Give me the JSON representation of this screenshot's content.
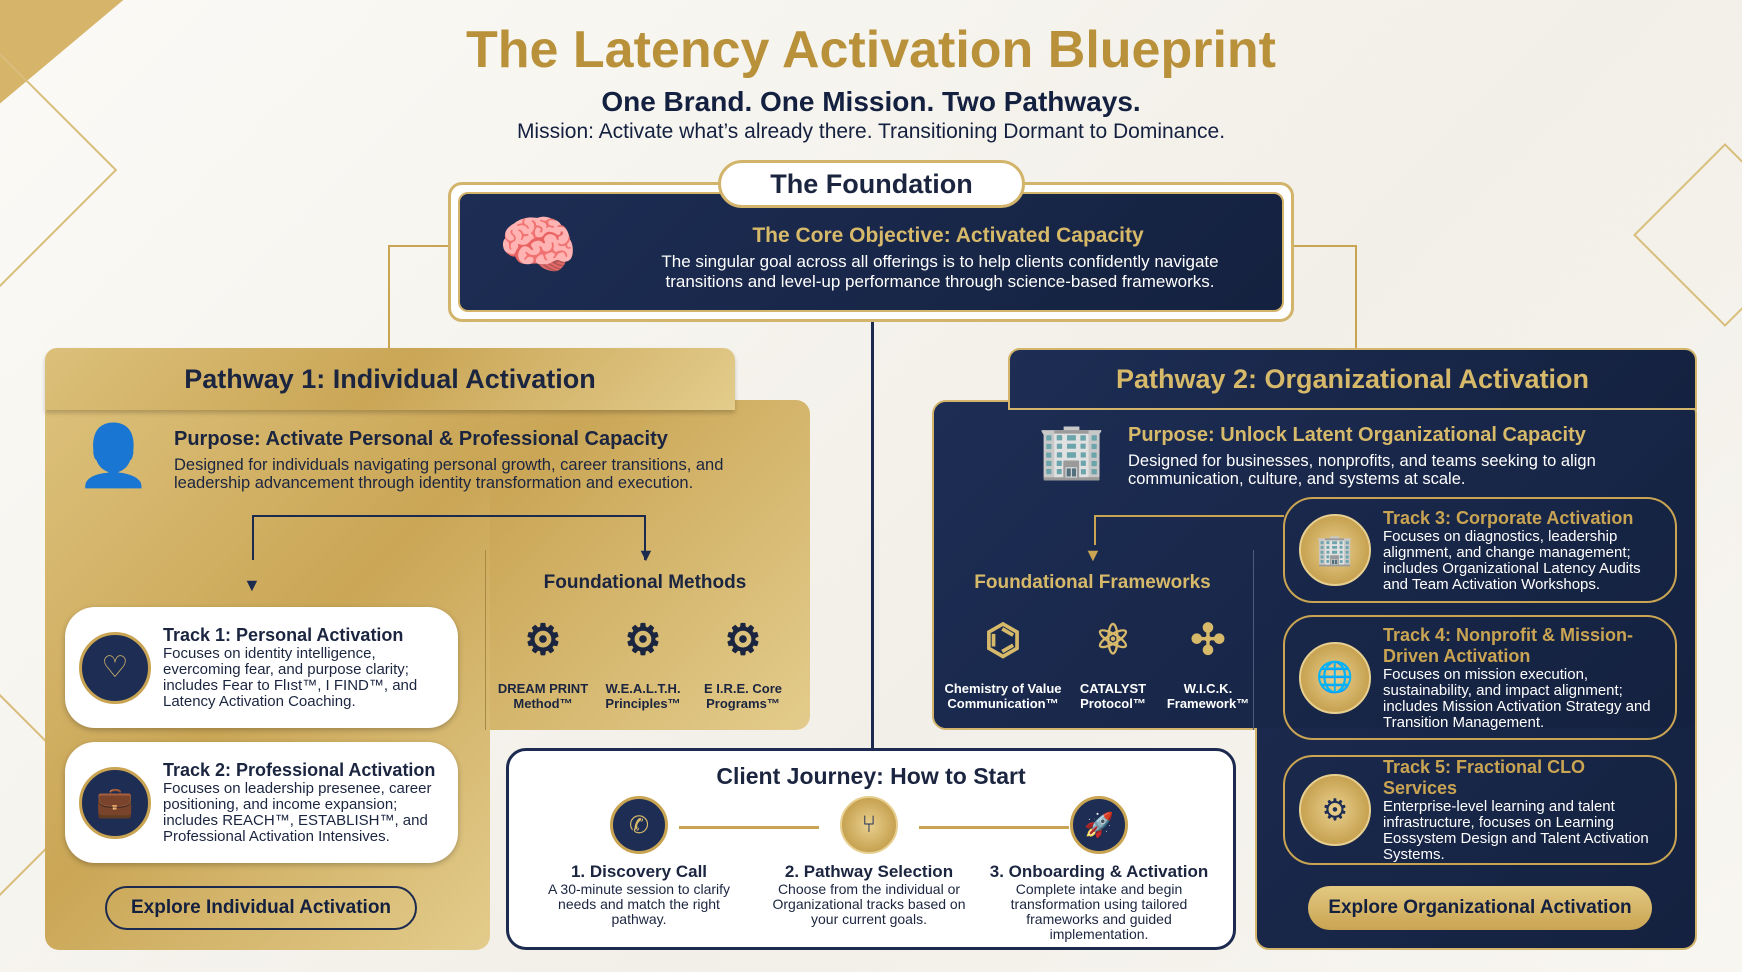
{
  "header": {
    "title": "The Latency Activation Blueprint",
    "subtitle": "One Brand. One Mission. Two Pathways.",
    "mission": "Mission: Activate what’s already there. Transitioning Dormant to Dominance."
  },
  "foundation": {
    "tab": "The Foundation",
    "heading": "The Core Objective: Activated Capacity",
    "text": "The singular goal across all offerings is to help clients confidently navigate transitions and level-up performance through science-based frameworks."
  },
  "pathway1": {
    "title": "Pathway 1: Individual Activation",
    "purpose_title": "Purpose: Activate Personal & Professional Capacity",
    "purpose_text": "Designed for individuals navigating personal growth, career transitions, and leadership advancement through identity transformation and execution.",
    "tracks": [
      {
        "title": "Track 1: Personal Activation",
        "text": "Focuses on identity intelligence, evercoming fear, and purpose clarity; includes Fear to Flıst™, I FIND™, and Latency Activation Coaching."
      },
      {
        "title": "Track 2: Professional Activation",
        "text": "Focuses on leadership presenee, career positioning, and income expansion; includes REACH™, ESTABLISH™, and Professional Activation Intensives."
      }
    ],
    "methods_title": "Foundational Methods",
    "methods": [
      {
        "l1": "DREAM PRINT",
        "l2": "Method™"
      },
      {
        "l1": "W.E.A.L.T.H.",
        "l2": "Principles™"
      },
      {
        "l1": "E I.R.E. Core",
        "l2": "Programs™"
      }
    ],
    "button": "Explore Individual Activation"
  },
  "pathway2": {
    "title": "Pathway 2: Organizational Activation",
    "purpose_title": "Purpose: Unlock Latent Organizational Capacity",
    "purpose_text": "Designed for businesses, nonprofits, and teams seeking to align communication, culture, and systems at scale.",
    "frameworks_title": "Foundational Frameworks",
    "frameworks": [
      {
        "l1": "Chemistry of Value",
        "l2": "Communication™"
      },
      {
        "l1": "CATALYST",
        "l2": "Protocol™"
      },
      {
        "l1": "W.I.C.K.",
        "l2": "Framework™"
      }
    ],
    "tracks": [
      {
        "title": "Track 3: Corporate Activation",
        "text": "Focuses on diagnostics, leadership alignment, and change management; includes Organizational Latency Audits and Team Activation Workshops."
      },
      {
        "title": "Track 4: Nonprofit & Mission-Driven Activation",
        "text": "Focuses on mission execution, sustainability, and impact alignment; includes Mission Activation Strategy and Transition Management."
      },
      {
        "title": "Track 5: Fractional CLO Services",
        "text": "Enterprise-level learning and talent infrastructure, focuses on Learning Eossystem Design and Talent Activation Systems."
      }
    ],
    "button": "Explore Organizational Activation"
  },
  "journey": {
    "title": "Client Journey: How to Start",
    "steps": [
      {
        "title": "1. Discovery Call",
        "text": "A 30-minute session to clarify needs and match the right pathway."
      },
      {
        "title": "2. Pathway Selection",
        "text": "Choose from the individual or Organizational tracks based on your current goals."
      },
      {
        "title": "3. Onboarding & Activation",
        "text": "Complete intake and begin transformation using tailored frameworks and guided implementation."
      }
    ]
  },
  "colors": {
    "gold": "#c9a452",
    "navy": "#1b2a4e"
  }
}
